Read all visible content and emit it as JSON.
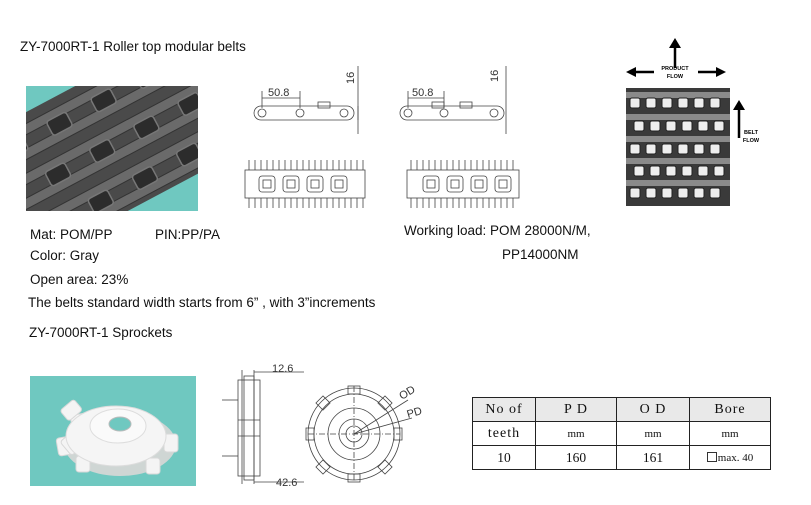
{
  "belt_title": "ZY-7000RT-1 Roller top modular belts",
  "dimensions": {
    "pitch": "50.8",
    "height": "16",
    "sprocket_width": "12.6",
    "sprocket_hub": "42.6",
    "od_label": "OD",
    "pd_label": "PD"
  },
  "flow_labels": {
    "product_flow_line1": "PRODUCT",
    "product_flow_line2": "FLOW",
    "belt_flow_line1": "BELT",
    "belt_flow_line2": "FLOW"
  },
  "specs": {
    "mat": "Mat: POM/PP",
    "pin": "PIN:PP/PA",
    "color": "Color: Gray",
    "open_area": "Open area: 23%",
    "working_load_line1": "Working load: POM 28000N/M,",
    "working_load_line2": "PP14000NM",
    "width_note": "The belts standard width starts from 6” , with 3”increments"
  },
  "sprocket_title": "ZY-7000RT-1 Sprockets",
  "sprocket_table": {
    "headers": [
      "No of",
      "P D",
      "O D",
      "Bore"
    ],
    "units": [
      "teeth",
      "mm",
      "mm",
      "mm"
    ],
    "values": [
      "10",
      "160",
      "161",
      "max. 40"
    ]
  },
  "colors": {
    "photo_bg": "#6fc8c0",
    "belt_gray": "#5a5a5a",
    "sprocket_white": "#f2f2f2"
  }
}
